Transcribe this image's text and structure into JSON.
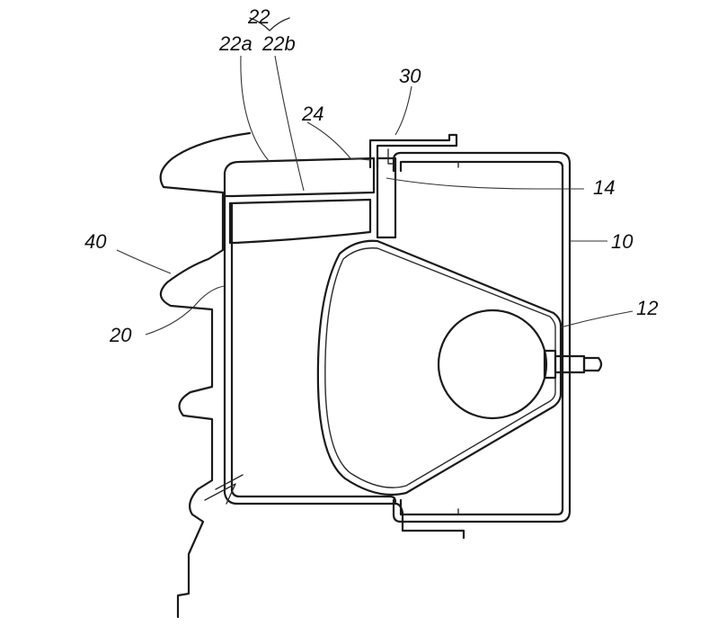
{
  "labels": {
    "l22": "22",
    "l22a": "22a",
    "l22b": "22b",
    "l30": "30",
    "l24": "24",
    "l14": "14",
    "l40": "40",
    "l10": "10",
    "l12": "12",
    "l20": "20"
  }
}
